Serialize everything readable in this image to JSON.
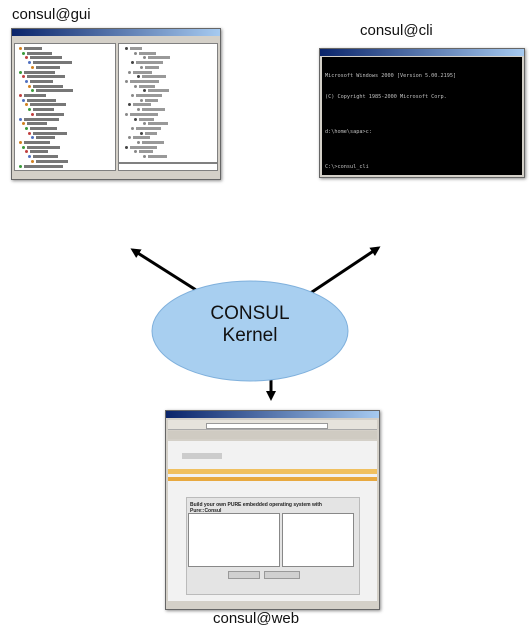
{
  "captions": {
    "gui": "consul@gui",
    "cli": "consul@cli",
    "web": "consul@web"
  },
  "kernel": {
    "line1": "CONSUL",
    "line2": "Kernel",
    "fill_color": "#a8cff0"
  },
  "colors": {
    "arrow": "#000000",
    "console_bg": "#000000",
    "console_text": "#c0c0c0",
    "web_band": "#f0c060"
  },
  "cli_window": {
    "lines": [
      "Microsoft Windows 2000 [Version 5.00.2195]",
      "(C) Copyright 1985-2000 Microsoft Corp.",
      "",
      "d:\\home\\sapa>c:",
      "",
      "C:\\>consul_cli"
    ]
  },
  "web_window": {
    "heading_line1": "Build your own PURE embedded operating system with",
    "heading_line2": "Pure::Consul"
  }
}
